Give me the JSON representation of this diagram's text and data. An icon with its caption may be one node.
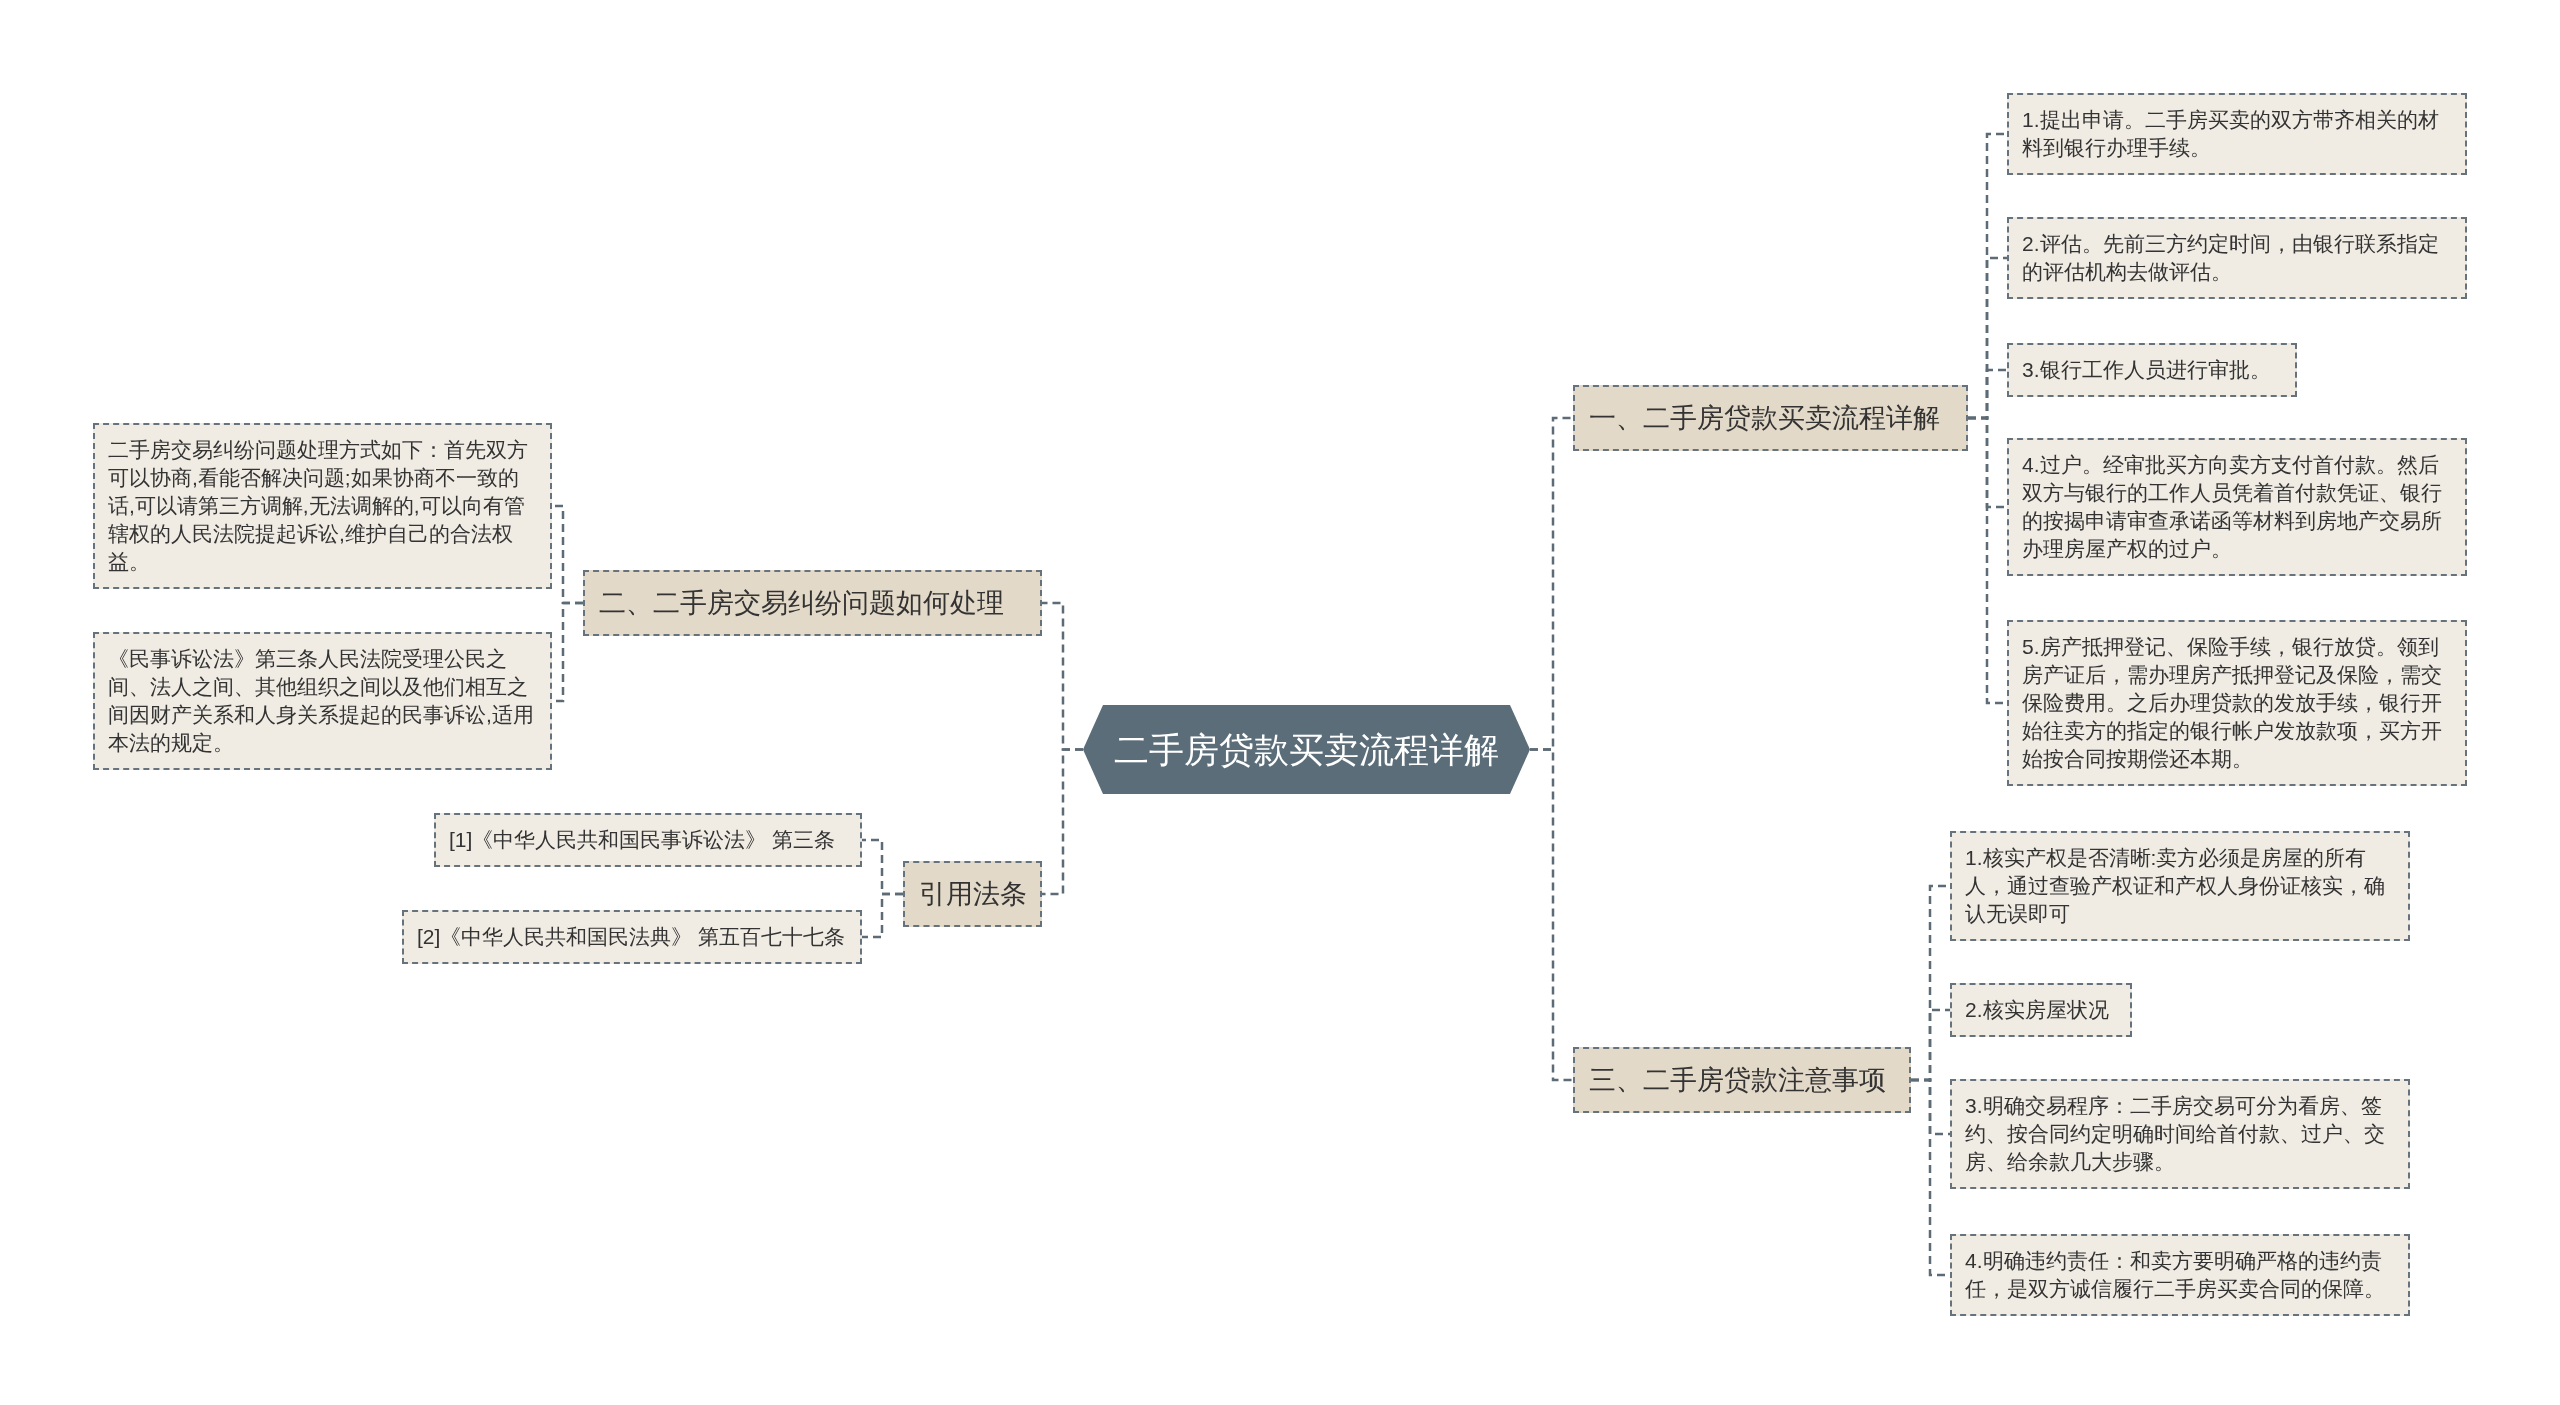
{
  "diagram": {
    "nodes": [
      {
        "text": [
          "二手房贷款买卖流程详解"
        ]
      },
      {
        "text": [
          "一、二手房贷款买卖流程详解"
        ]
      },
      {
        "text": [
          "1.提出申请。二手房买卖的双方带齐相关的材料到银行办理手续。"
        ]
      },
      {
        "text": [
          "2.评估。先前三方约定时间，由银行联系指定的评估机构去做评估。"
        ]
      },
      {
        "text": [
          "3.银行工作人员进行审批。"
        ]
      },
      {
        "text": [
          "4.过户。经审批买方向卖方支付首付款。然后双方与银行的工作人员凭着首付款凭证、银行的按揭申请审查承诺函等材料到房地产交易所办理房屋产权的过户。"
        ]
      },
      {
        "text": [
          "5.房产抵押登记、保险手续，银行放贷。领到房产证后，需办理房产抵押登记及保险，需交保险费用。之后办理贷款的发放手续，银行开始往卖方的指定的银行帐户发放款项，买方开始按合同按期偿还本期。"
        ]
      },
      {
        "text": [
          "三、二手房贷款注意事项"
        ]
      },
      {
        "text": [
          "1.核实产权是否清晰:卖方必须是房屋的所有人，通过查验产权证和产权人身份证核实，确认无误即可"
        ]
      },
      {
        "text": [
          "2.核实房屋状况"
        ]
      },
      {
        "text": [
          "3.明确交易程序：二手房交易可分为看房、签约、按合同约定明确时间给首付款、过户、交房、给余款几大步骤。"
        ]
      },
      {
        "text": [
          "4.明确违约责任：和卖方要明确严格的违约责任，是双方诚信履行二手房买卖合同的保障。"
        ]
      },
      {
        "text": [
          "二、二手房交易纠纷问题如何处理"
        ]
      },
      {
        "text": [
          "二手房交易纠纷问题处理方式如下：首先双方可以协商,看能否解决问题;如果协商不一致的话,可以请第三方调解,无法调解的,可以向有管辖权的人民法院提起诉讼,维护自己的合法权益。"
        ]
      },
      {
        "text": [
          "《民事诉讼法》第三条人民法院受理公民之间、法人之间、其他组织之间以及他们相互之间因财产关系和人身关系提起的民事诉讼,适用本法的规定。"
        ]
      },
      {
        "text": [
          "引用法条"
        ]
      },
      {
        "text": [
          "[1]《中华人民共和国民事诉讼法》 第三条"
        ]
      },
      {
        "text": [
          "[2]《中华人民共和国民法典》 第五百七十七条"
        ]
      }
    ],
    "edges": [
      {
        "from": 0,
        "to": 1,
        "arrow": "none",
        "style": "dashed"
      },
      {
        "from": 1,
        "to": 2,
        "arrow": "none",
        "style": "dashed"
      },
      {
        "from": 1,
        "to": 3,
        "arrow": "none",
        "style": "dashed"
      },
      {
        "from": 1,
        "to": 4,
        "arrow": "none",
        "style": "dashed"
      },
      {
        "from": 1,
        "to": 5,
        "arrow": "none",
        "style": "dashed"
      },
      {
        "from": 1,
        "to": 6,
        "arrow": "none",
        "style": "dashed"
      },
      {
        "from": 0,
        "to": 7,
        "arrow": "none",
        "style": "dashed"
      },
      {
        "from": 7,
        "to": 8,
        "arrow": "none",
        "style": "dashed"
      },
      {
        "from": 7,
        "to": 9,
        "arrow": "none",
        "style": "dashed"
      },
      {
        "from": 7,
        "to": 10,
        "arrow": "none",
        "style": "dashed"
      },
      {
        "from": 7,
        "to": 11,
        "arrow": "none",
        "style": "dashed"
      },
      {
        "from": 0,
        "to": 12,
        "arrow": "none",
        "style": "dashed"
      },
      {
        "from": 12,
        "to": 13,
        "arrow": "none",
        "style": "dashed"
      },
      {
        "from": 12,
        "to": 14,
        "arrow": "none",
        "style": "dashed"
      },
      {
        "from": 0,
        "to": 15,
        "arrow": "none",
        "style": "dashed"
      },
      {
        "from": 15,
        "to": 16,
        "arrow": "none",
        "style": "dashed"
      },
      {
        "from": 15,
        "to": 17,
        "arrow": "none",
        "style": "dashed"
      }
    ]
  }
}
